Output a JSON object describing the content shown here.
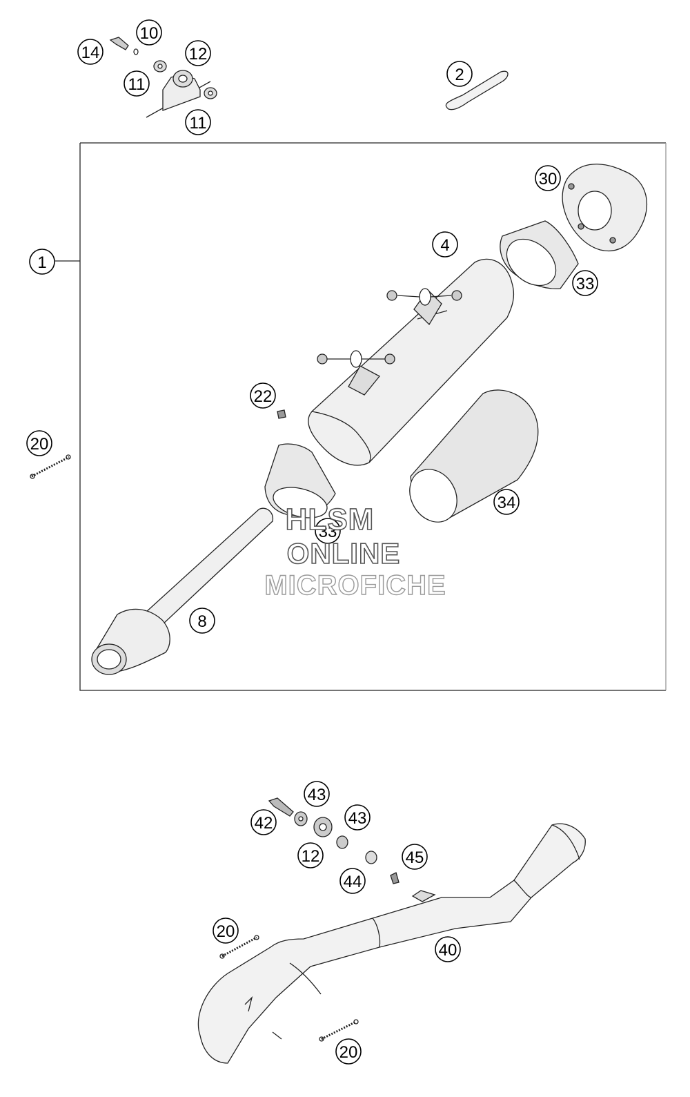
{
  "callouts": [
    {
      "id": "c14a",
      "label": "14"
    },
    {
      "id": "c10",
      "label": "10"
    },
    {
      "id": "c12a",
      "label": "12"
    },
    {
      "id": "c11a",
      "label": "11"
    },
    {
      "id": "c11b",
      "label": "11"
    },
    {
      "id": "c2",
      "label": "2"
    },
    {
      "id": "c30",
      "label": "30"
    },
    {
      "id": "c1",
      "label": "1"
    },
    {
      "id": "c4",
      "label": "4"
    },
    {
      "id": "c33a",
      "label": "33"
    },
    {
      "id": "c22",
      "label": "22"
    },
    {
      "id": "c20a",
      "label": "20"
    },
    {
      "id": "c34",
      "label": "34"
    },
    {
      "id": "c33b",
      "label": "33"
    },
    {
      "id": "c8",
      "label": "8"
    },
    {
      "id": "c43a",
      "label": "43"
    },
    {
      "id": "c42",
      "label": "42"
    },
    {
      "id": "c43b",
      "label": "43"
    },
    {
      "id": "c12b",
      "label": "12"
    },
    {
      "id": "c45",
      "label": "45"
    },
    {
      "id": "c44",
      "label": "44"
    },
    {
      "id": "c20b",
      "label": "20"
    },
    {
      "id": "c40",
      "label": "40"
    },
    {
      "id": "c20c",
      "label": "20"
    }
  ],
  "watermark": {
    "line1": "HLSM",
    "line2": "ONLINE",
    "line3": "MICROFICHE"
  }
}
